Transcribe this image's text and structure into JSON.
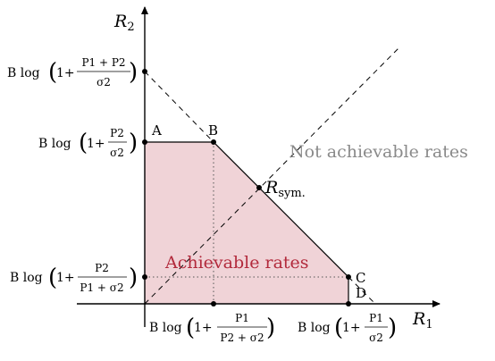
{
  "axes": {
    "x_label": "R",
    "x_sub": "1",
    "y_label": "R",
    "y_sub": "2"
  },
  "regions": {
    "achievable": {
      "label": "Achievable rates",
      "color": "#b22a3c",
      "fill": "#f0d3d7"
    },
    "not_achievable": {
      "label": "Not achievable rates",
      "color": "#8a8a8a"
    }
  },
  "points": {
    "a": "A",
    "b": "B",
    "c": "C",
    "d": "D",
    "sym_main": "R",
    "sym_sub": "sym."
  },
  "tick_formulas": {
    "y_top": {
      "prefix": "B log",
      "one": "1+",
      "numerator": "P1 + P2",
      "denominator": "σ2"
    },
    "y_upper": {
      "prefix": "B log",
      "one": "1+",
      "numerator": "P2",
      "denominator": "σ2"
    },
    "y_lower": {
      "prefix": "B log",
      "one": "1+",
      "numerator": "P2",
      "denominator": "P1 + σ2"
    },
    "x_left": {
      "prefix": "B log",
      "one": "1+",
      "numerator": "P1",
      "denominator": "P2 + σ2"
    },
    "x_right": {
      "prefix": "B log",
      "one": "1+",
      "numerator": "P1",
      "denominator": "σ2"
    }
  }
}
